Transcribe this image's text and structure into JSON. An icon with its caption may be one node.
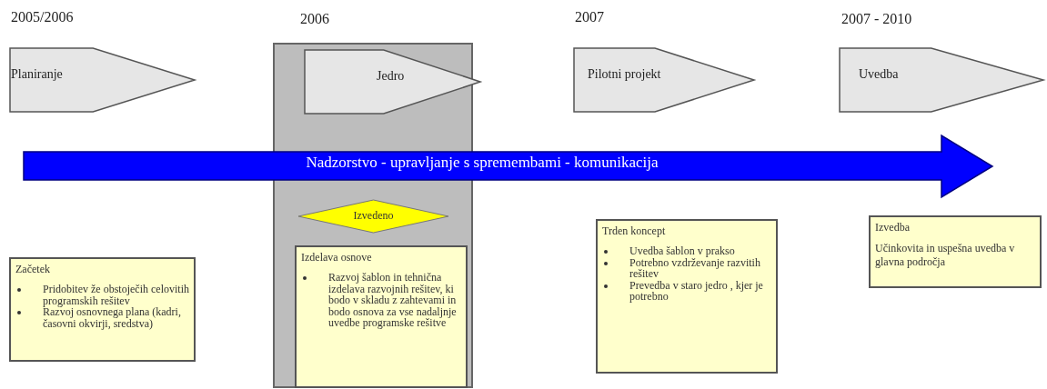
{
  "diagram": {
    "nodes": [
      {
        "text": [
          "Planiranje"
        ],
        "beside": [
          "2005/2006"
        ]
      },
      {
        "text": [],
        "shape": "band"
      },
      {
        "text": [
          "Jedro"
        ],
        "in": 1,
        "beside": [
          "2006"
        ]
      },
      {
        "text": [
          "Pilotni projekt"
        ],
        "beside": [
          "2007"
        ]
      },
      {
        "text": [
          "Uvedba"
        ],
        "beside": [
          "2007 - 2010"
        ]
      },
      {
        "text": [
          "Nadzorstvo - upravljanje s spremembami - komunikacija"
        ]
      },
      {
        "text": [
          "Izvedeno"
        ],
        "in": 1
      },
      {
        "text": [
          "Začetek",
          "Pridobitev  že obstoječih celovitih programskih rešitev",
          "Razvoj osnovnega plana  (kadri, časovni okvirji, sredstva)"
        ]
      },
      {
        "text": [
          "Izdelava osnove",
          "Razvoj šablon in tehnična izdelava razvojnih rešitev, ki bodo v skladu z zahtevami in bodo osnova za vse nadaljnje uvedbe programske rešitve"
        ],
        "in": 1
      },
      {
        "text": [
          "Trden koncept",
          "Uvedba šablon v prakso",
          "Potrebno vzdrževanje razvitih rešitev",
          "Prevedba v staro jedro , kjer je potrebno"
        ]
      },
      {
        "text": [
          "Izvedba",
          "Učinkovita in uspešna uvedba v glavna področja"
        ]
      }
    ],
    "edges": []
  }
}
